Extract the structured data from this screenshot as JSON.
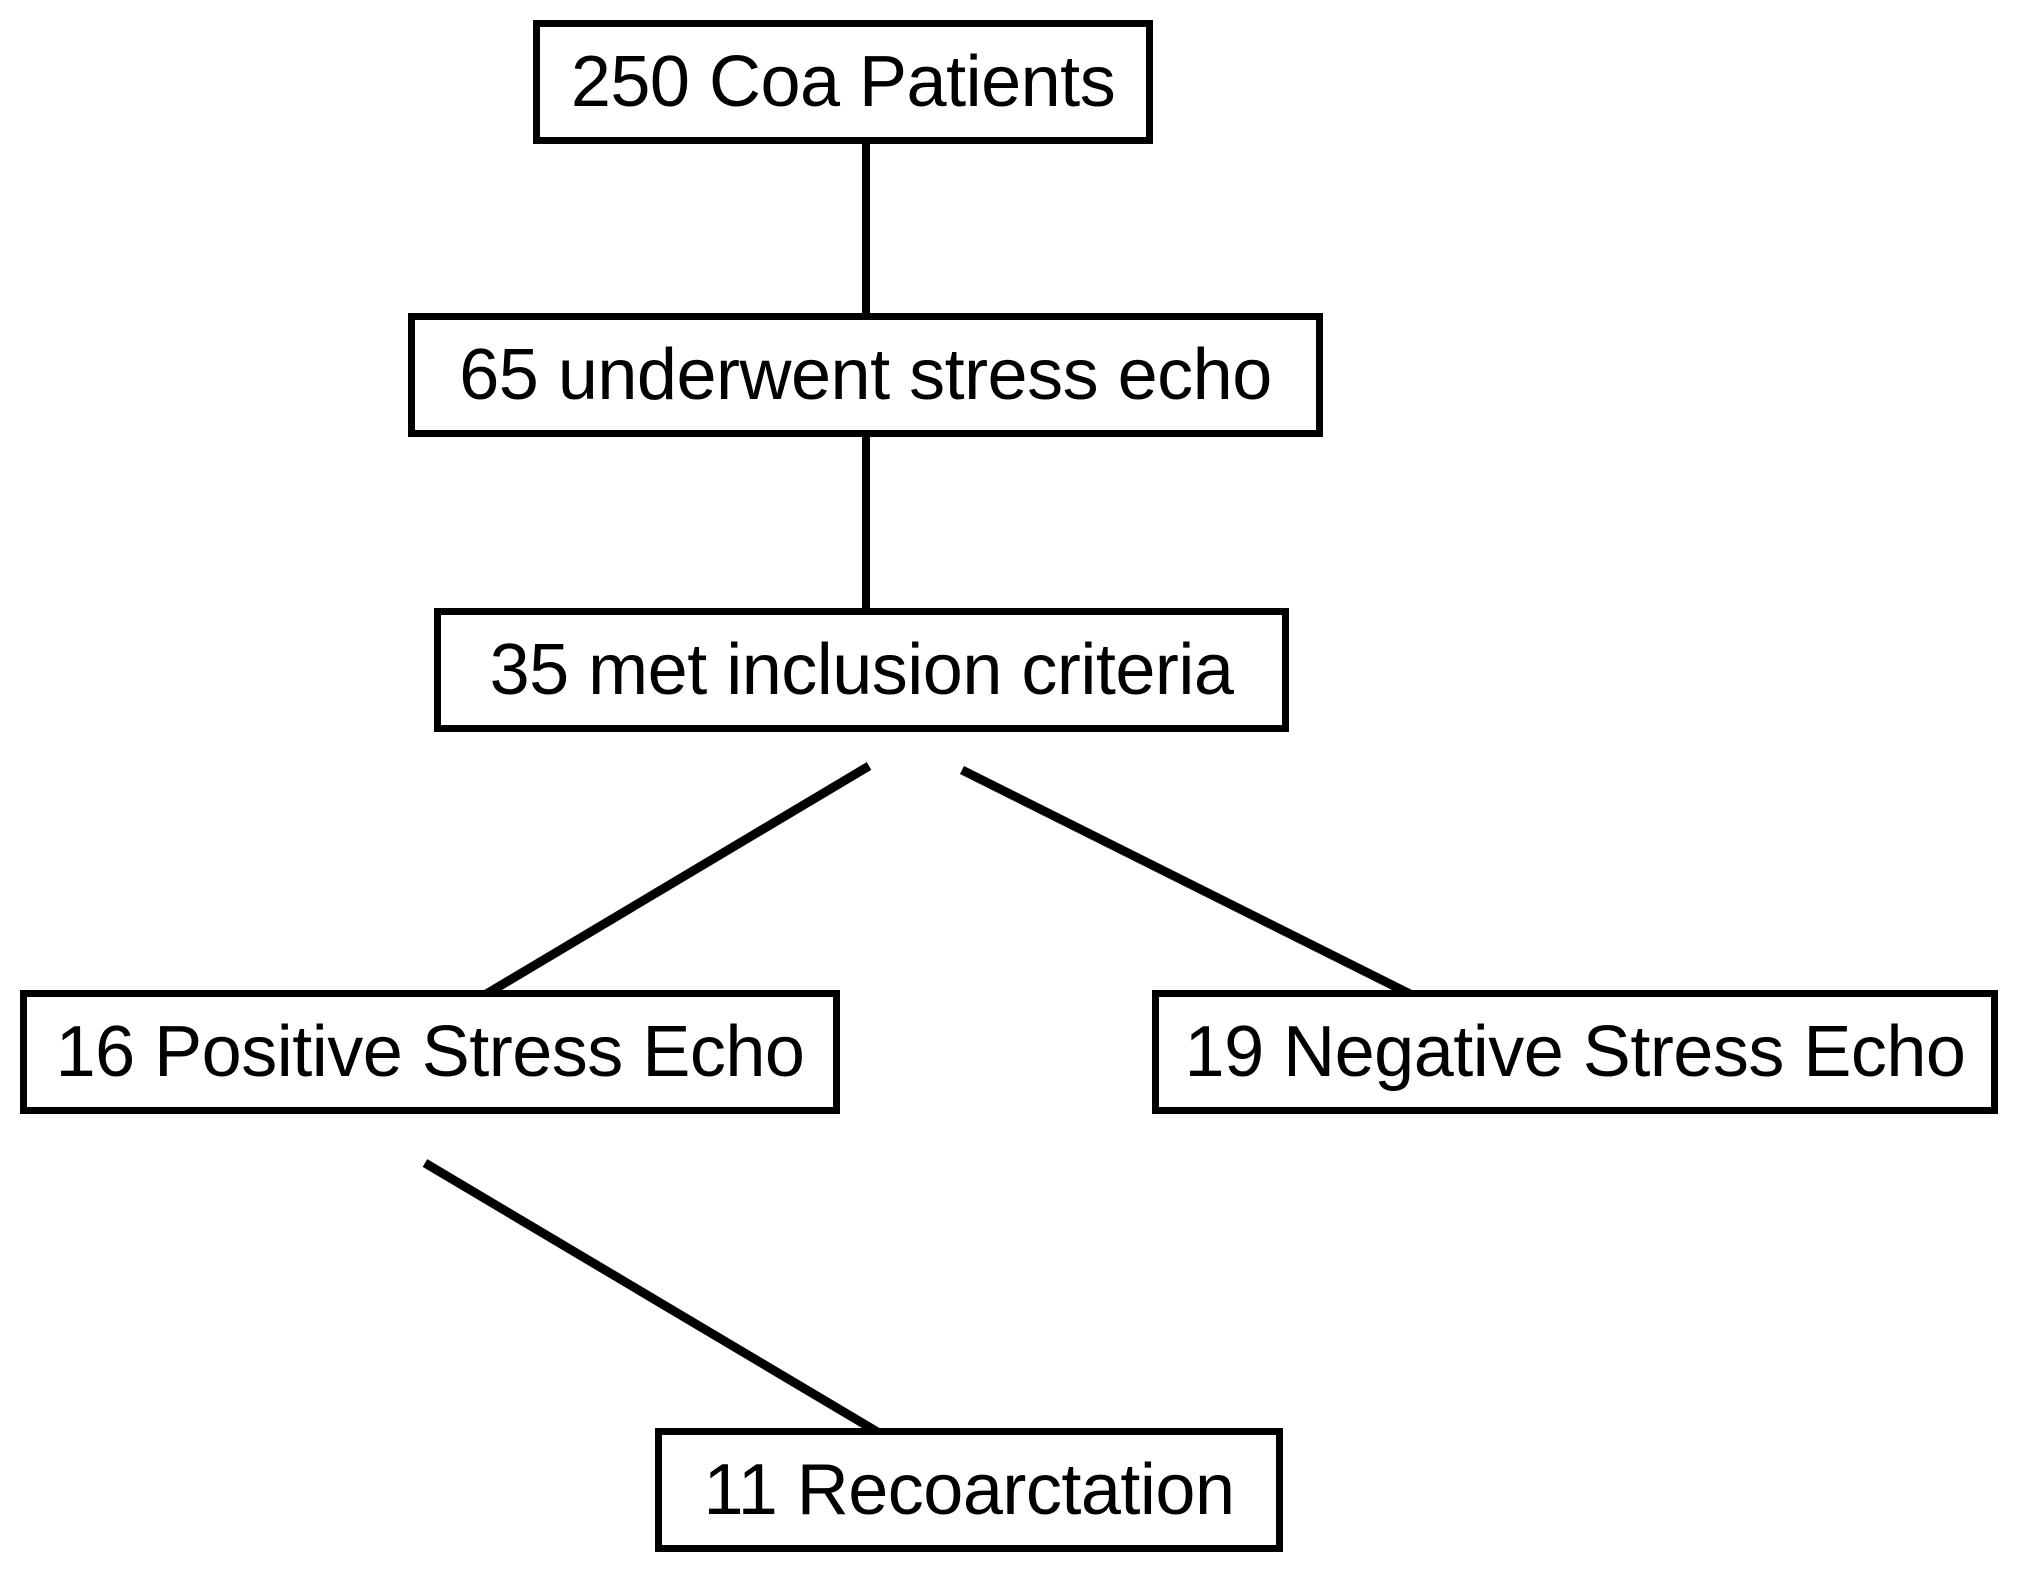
{
  "diagram": {
    "type": "flowchart",
    "title": "CoA patient stress echo selection flow",
    "style": {
      "background_color": "#ffffff",
      "box_border_color": "#000000",
      "connector_color": "#000000",
      "text_color": "#000000"
    },
    "nodes": [
      {
        "id": "coa-patients",
        "label": "250 Coa Patients",
        "count": 250,
        "level": 0
      },
      {
        "id": "stress-echo",
        "label": "65 underwent stress echo",
        "count": 65,
        "level": 1
      },
      {
        "id": "inclusion",
        "label": "35 met inclusion criteria",
        "count": 35,
        "level": 2
      },
      {
        "id": "positive-echo",
        "label": "16 Positive Stress Echo",
        "count": 16,
        "level": 3
      },
      {
        "id": "negative-echo",
        "label": "19 Negative Stress Echo",
        "count": 19,
        "level": 3
      },
      {
        "id": "recoarctation",
        "label": "11 Recoarctation",
        "count": 11,
        "level": 4
      }
    ],
    "edges": [
      {
        "id": "edge-coa-to-stress",
        "from": "coa-patients",
        "to": "stress-echo",
        "kind": "vertical"
      },
      {
        "id": "edge-stress-to-inclusion",
        "from": "stress-echo",
        "to": "inclusion",
        "kind": "vertical"
      },
      {
        "id": "edge-inclusion-to-positive",
        "from": "inclusion",
        "to": "positive-echo",
        "kind": "diagonal"
      },
      {
        "id": "edge-inclusion-to-negative",
        "from": "inclusion",
        "to": "negative-echo",
        "kind": "diagonal"
      },
      {
        "id": "edge-positive-to-recoarct",
        "from": "positive-echo",
        "to": "recoarctation",
        "kind": "diagonal"
      }
    ]
  }
}
